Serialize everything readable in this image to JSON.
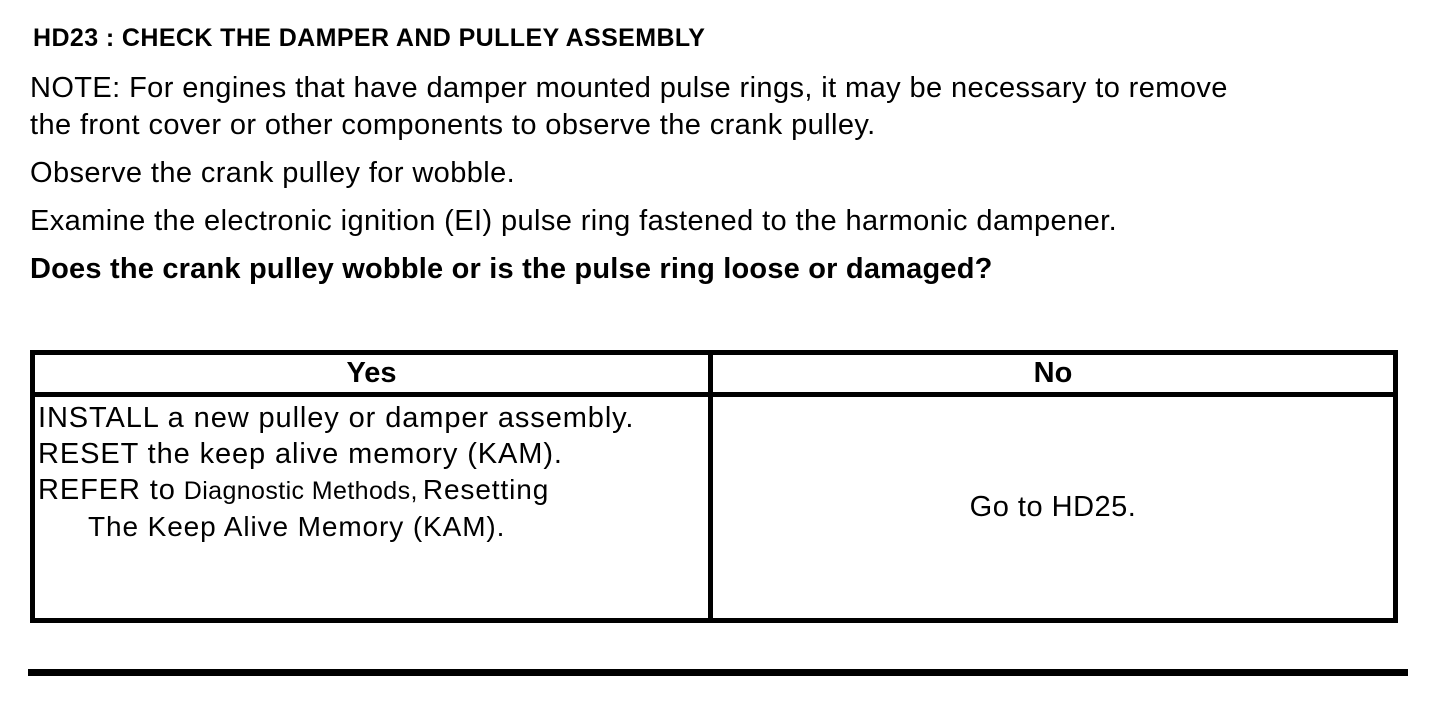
{
  "page": {
    "title": "HD23 : CHECK THE DAMPER AND PULLEY ASSEMBLY",
    "note_lines": [
      "NOTE: For engines that have damper mounted pulse rings, it may be necessary to remove",
      "the front cover or other components to observe the crank pulley."
    ],
    "step1": "Observe the crank pulley for wobble.",
    "step2": "Examine the electronic ignition (EI) pulse ring fastened to the harmonic dampener.",
    "question": "Does the crank pulley wobble or is the pulse ring loose or damaged?"
  },
  "decision_table": {
    "yes_header": "Yes",
    "no_header": "No",
    "yes_actions": {
      "line1": "INSTALL a new pulley or damper assembly.",
      "line2": "RESET the keep alive memory (KAM).",
      "line3_prefix": "REFER to",
      "line3_reference": "Diagnostic Methods,",
      "line3_suffix": "Resetting",
      "line4": "The Keep Alive Memory (KAM)."
    },
    "no_action": "Go to HD25."
  },
  "colors": {
    "text": "#000000",
    "background": "#ffffff",
    "table_border": "#000000"
  }
}
